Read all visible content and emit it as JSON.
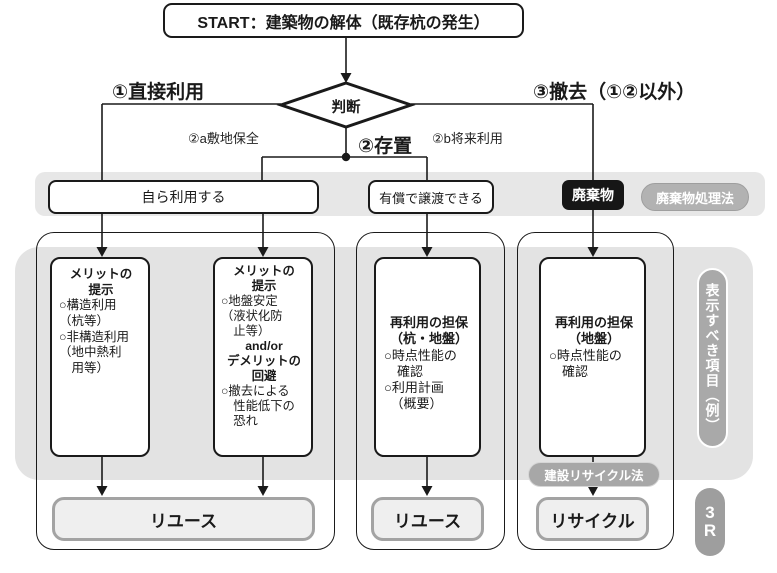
{
  "start": {
    "label": "START：建築物の解体（既存杭の発生）"
  },
  "decision": {
    "label": "判断"
  },
  "branches": {
    "direct_use": "①直接利用",
    "preserve": "②存置",
    "preserve_site": "②a敷地保全",
    "preserve_future": "②b将来利用",
    "removal": "③撤去（①②以外）"
  },
  "band": {
    "self_use": "自ら利用する",
    "paid_transfer": "有償で譲渡できる",
    "waste": "廃棄物",
    "waste_law": "廃棄物処理法"
  },
  "boxes": {
    "merit1": {
      "title": "メリットの\n提示",
      "body": "○構造利用\n（杭等）\n○非構造利用\n（地中熱利\n　用等）"
    },
    "merit2": {
      "title": "メリットの\n提示",
      "item1": "○地盤安定\n（液状化防\n　止等）",
      "andor": "and/or",
      "title2": "デメリットの\n回避",
      "item2": "○撤去による\n　性能低下の\n　恐れ"
    },
    "guarantee1": {
      "title": "再利用の担保\n（杭・地盤）",
      "body": "○時点性能の\n　確認\n○利用計画\n　（概要）"
    },
    "guarantee2": {
      "title": "再利用の担保\n（地盤）",
      "body": "○時点性能の\n　確認"
    }
  },
  "results": {
    "reuse_wide": "リユース",
    "reuse": "リユース",
    "recycle": "リサイクル",
    "recycle_law": "建設リサイクル法"
  },
  "side": {
    "display_items": "表示すべき項目（例）",
    "three_r": "3\nR"
  },
  "colors": {
    "band_gray": "#e7e7e7",
    "area_gray": "#e3e3e3",
    "pill_gray": "#a7a7a7",
    "badge_gray": "#9e9e9e",
    "result_fill": "#efefef",
    "result_border": "#a3a3a3",
    "waste_black": "#161616",
    "line_black": "#1a1a1a"
  }
}
